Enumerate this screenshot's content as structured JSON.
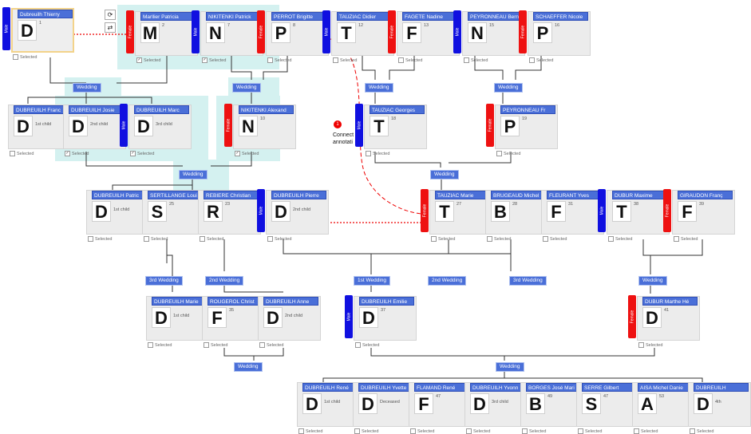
{
  "people": [
    {
      "id": "dubreuilh_thierry",
      "name": "Dubreuilh Thierry",
      "letter": "D",
      "num": "1",
      "note": "",
      "gender": "Male",
      "checked": false,
      "selected_card": true
    },
    {
      "id": "marllier_patricia",
      "name": "Marllier Patricia",
      "letter": "M",
      "num": "2",
      "note": "",
      "gender": "Female",
      "checked": true
    },
    {
      "id": "nikitenki_patrick",
      "name": "NIKITENKI Patrick",
      "letter": "N",
      "num": "7",
      "note": "",
      "gender": "Male",
      "checked": true
    },
    {
      "id": "perrot_brigitte",
      "name": "PERROT Brigitte",
      "letter": "P",
      "num": "8",
      "note": "",
      "gender": "Female",
      "checked": false
    },
    {
      "id": "tauziac_didier",
      "name": "TAUZIAC Didier",
      "letter": "T",
      "num": "12",
      "note": "",
      "gender": "Male",
      "checked": false
    },
    {
      "id": "fagete_nadine",
      "name": "FAGETE Nadine",
      "letter": "F",
      "num": "13",
      "note": "",
      "gender": "Female",
      "checked": false
    },
    {
      "id": "peyronneau_bern",
      "name": "PEYRONNEAU Bern",
      "letter": "N",
      "num": "15",
      "note": "",
      "gender": "Male",
      "checked": false
    },
    {
      "id": "schaeffer_nicole",
      "name": "SCHAEFFER Nicole",
      "letter": "P",
      "num": "16",
      "note": "",
      "gender": "Female",
      "checked": false
    },
    {
      "id": "dubreuilh_francois",
      "name": "DUBREUILH Franc",
      "letter": "D",
      "num": "",
      "note": "1st child",
      "gender": "",
      "checked": false
    },
    {
      "id": "dubreuilh_josie",
      "name": "DUBREUILH Josie",
      "letter": "D",
      "num": "",
      "note": "2nd child",
      "gender": "",
      "checked": true
    },
    {
      "id": "dubreuilh_marc",
      "name": "DUBREUILH Marc",
      "letter": "D",
      "num": "",
      "note": "3rd child",
      "gender": "Male",
      "checked": true
    },
    {
      "id": "nikitenki_alexandra",
      "name": "NIKITENKI Alexand",
      "letter": "N",
      "num": "10",
      "note": "",
      "gender": "Female",
      "checked": true
    },
    {
      "id": "tauziac_georges",
      "name": "TAUZIAC Georges",
      "letter": "T",
      "num": "18",
      "note": "",
      "gender": "Male",
      "checked": false
    },
    {
      "id": "peyronneau_fr",
      "name": "PEYRONNEAU Fr",
      "letter": "P",
      "num": "19",
      "note": "",
      "gender": "Female",
      "checked": false
    },
    {
      "id": "dubreuilh_patrick",
      "name": "DUBREUILH Patric",
      "letter": "D",
      "num": "",
      "note": "1st child",
      "gender": "",
      "checked": false
    },
    {
      "id": "sertillange_louis",
      "name": "SERTILLANGE Loui",
      "letter": "S",
      "num": "25",
      "note": "",
      "gender": "",
      "checked": false
    },
    {
      "id": "rebiere_christiane",
      "name": "REBIERE Christian",
      "letter": "R",
      "num": "23",
      "note": "",
      "gender": "",
      "checked": false
    },
    {
      "id": "dubreuilh_pierre",
      "name": "DUBREUILH Pierre",
      "letter": "D",
      "num": "",
      "note": "2nd child",
      "gender": "Male",
      "checked": false
    },
    {
      "id": "tauziac_marie",
      "name": "TAUZIAC Marie",
      "letter": "T",
      "num": "27",
      "note": "",
      "gender": "Female",
      "checked": false
    },
    {
      "id": "brugeaud_michel",
      "name": "BRUGEAUD Michel",
      "letter": "B",
      "num": "28",
      "note": "",
      "gender": "",
      "checked": false
    },
    {
      "id": "fleurant_yves",
      "name": "FLEURANT Yves",
      "letter": "F",
      "num": "31",
      "note": "",
      "gender": "",
      "checked": false
    },
    {
      "id": "dubur_maxime",
      "name": "DUBUR Maxime",
      "letter": "T",
      "num": "38",
      "note": "",
      "gender": "Male",
      "checked": false
    },
    {
      "id": "giraudon_francoise",
      "name": "GIRAUDON Franç",
      "letter": "F",
      "num": "39",
      "note": "",
      "gender": "Female",
      "checked": false
    },
    {
      "id": "dubreuilh_marie",
      "name": "DUBREUILH Marie",
      "letter": "D",
      "num": "",
      "note": "1st child",
      "gender": "",
      "checked": false
    },
    {
      "id": "rougerol_christ",
      "name": "ROUGEROL Christ",
      "letter": "F",
      "num": "35",
      "note": "",
      "gender": "",
      "checked": false
    },
    {
      "id": "dubreuilh_anne",
      "name": "DUBREUILH Anne",
      "letter": "D",
      "num": "",
      "note": "2nd child",
      "gender": "",
      "checked": false
    },
    {
      "id": "dubreuilh_emilie",
      "name": "DUBREUILH Emilie",
      "letter": "D",
      "num": "37",
      "note": "",
      "gender": "Male",
      "checked": false
    },
    {
      "id": "dubur_marthe",
      "name": "DUBUR Marthe Hé",
      "letter": "D",
      "num": "41",
      "note": "",
      "gender": "Female",
      "checked": false
    },
    {
      "id": "dubreuilh_rene",
      "name": "DUBREUILH René",
      "letter": "D",
      "num": "",
      "note": "1st child",
      "gender": "",
      "checked": false
    },
    {
      "id": "dubreuilh_yvette",
      "name": "DUBREUILH Yvette",
      "letter": "D",
      "num": "",
      "note": "Deceased",
      "gender": "",
      "checked": false
    },
    {
      "id": "flamand_rene",
      "name": "FLAMAND René",
      "letter": "F",
      "num": "47",
      "note": "",
      "gender": "",
      "checked": false
    },
    {
      "id": "dubreuilh_yvonne",
      "name": "DUBREUILH Yvonn",
      "letter": "D",
      "num": "",
      "note": "3rd child",
      "gender": "",
      "checked": false
    },
    {
      "id": "borges_jose",
      "name": "BORGES José Mari",
      "letter": "B",
      "num": "49",
      "note": "",
      "gender": "",
      "checked": false
    },
    {
      "id": "serre_gilbert",
      "name": "SERRE Gilbert",
      "letter": "S",
      "num": "47",
      "note": "",
      "gender": "",
      "checked": false
    },
    {
      "id": "aisa_michel",
      "name": "AISA Michel Danie",
      "letter": "A",
      "num": "53",
      "note": "",
      "gender": "",
      "checked": false
    },
    {
      "id": "dubreuilh_last",
      "name": "DUBREUILH",
      "letter": "D",
      "num": "",
      "note": "4th",
      "gender": "",
      "checked": false
    }
  ],
  "labels": {
    "selected": "Selected",
    "male": "Male",
    "female": "Female"
  },
  "weddings": [
    {
      "id": "wed_a",
      "label": "Wedding"
    },
    {
      "id": "wed_b",
      "label": "Wedding"
    },
    {
      "id": "wed_c",
      "label": "Wedding"
    },
    {
      "id": "wed_d",
      "label": "Wedding"
    },
    {
      "id": "wed_e",
      "label": "Wedding"
    },
    {
      "id": "wed_f",
      "label": "Wedding"
    },
    {
      "id": "wed_g",
      "label": "3rd Wedding"
    },
    {
      "id": "wed_h",
      "label": "2nd Wedding"
    },
    {
      "id": "wed_i",
      "label": "1st Wedding"
    },
    {
      "id": "wed_j",
      "label": "2nd Wedding"
    },
    {
      "id": "wed_k",
      "label": "3rd Wedding"
    },
    {
      "id": "wed_l",
      "label": "Wedding"
    },
    {
      "id": "wed_m",
      "label": "Wedding"
    },
    {
      "id": "wed_n",
      "label": "Wedding"
    }
  ],
  "annotation": {
    "marker": "1",
    "text_line1": "Connect",
    "text_line2": "annotati"
  },
  "controls": {
    "rotate_icon": "rotate-icon",
    "link_icon": "link-icon"
  }
}
